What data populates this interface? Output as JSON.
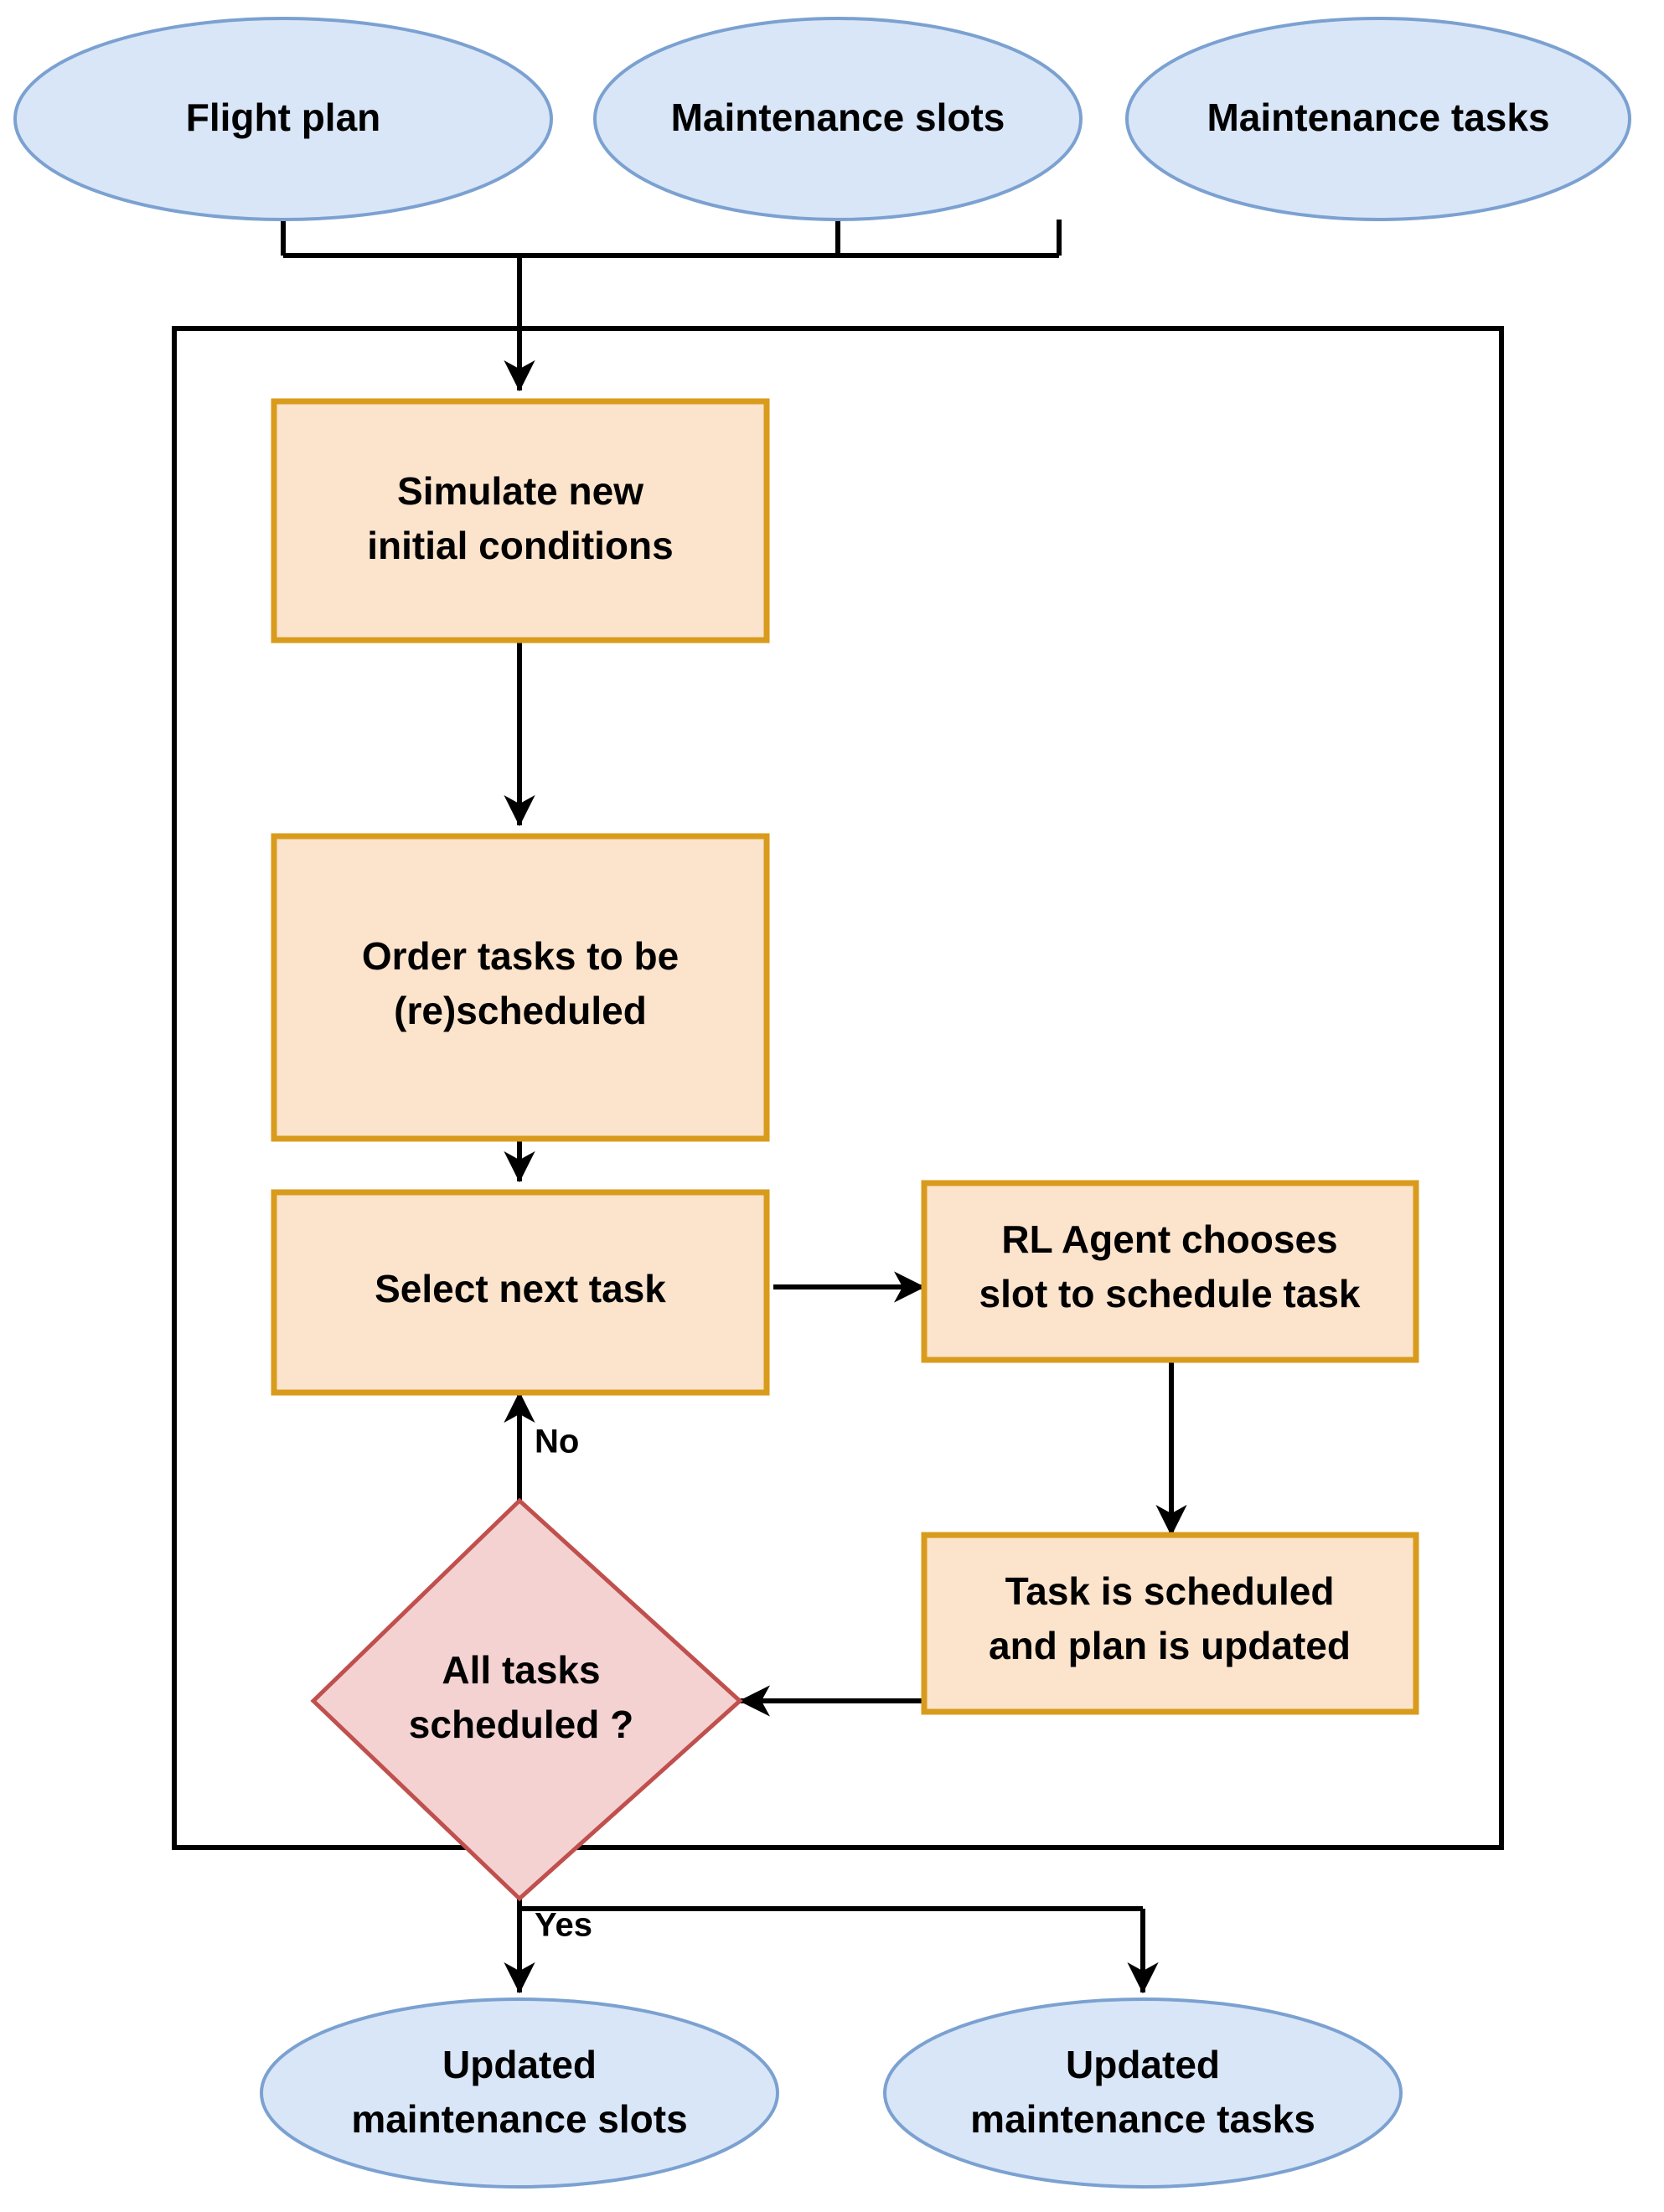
{
  "diagram": {
    "title": "Maintenance scheduling RL flowchart",
    "colors": {
      "ellipse_fill": "#d9e6f7",
      "ellipse_stroke": "#7ba1d1",
      "process_fill": "#fce3cc",
      "process_stroke": "#d99b1c",
      "decision_fill": "#f4d2d2",
      "decision_stroke": "#c0504d",
      "connector": "#000000",
      "container_stroke": "#000000",
      "background": "#ffffff"
    },
    "inputs": [
      {
        "id": "flight-plan",
        "label": "Flight plan"
      },
      {
        "id": "maintenance-slots",
        "label": "Maintenance slots"
      },
      {
        "id": "maintenance-tasks",
        "label": "Maintenance tasks"
      }
    ],
    "process_steps": [
      {
        "id": "simulate",
        "line1": "Simulate new",
        "line2": "initial conditions"
      },
      {
        "id": "order-tasks",
        "line1": "Order tasks to be",
        "line2": "(re)scheduled"
      },
      {
        "id": "select-task",
        "line1": "Select next task",
        "line2": ""
      },
      {
        "id": "rl-agent",
        "line1": "RL Agent chooses",
        "line2": "slot to schedule task"
      },
      {
        "id": "task-scheduled",
        "line1": "Task is scheduled",
        "line2": "and plan is updated"
      }
    ],
    "decision": {
      "id": "all-tasks-scheduled",
      "line1": "All tasks",
      "line2": "scheduled ?",
      "branch_no": "No",
      "branch_yes": "Yes"
    },
    "outputs": [
      {
        "id": "updated-slots",
        "line1": "Updated",
        "line2": "maintenance slots"
      },
      {
        "id": "updated-tasks",
        "line1": "Updated",
        "line2": "maintenance tasks"
      }
    ]
  }
}
